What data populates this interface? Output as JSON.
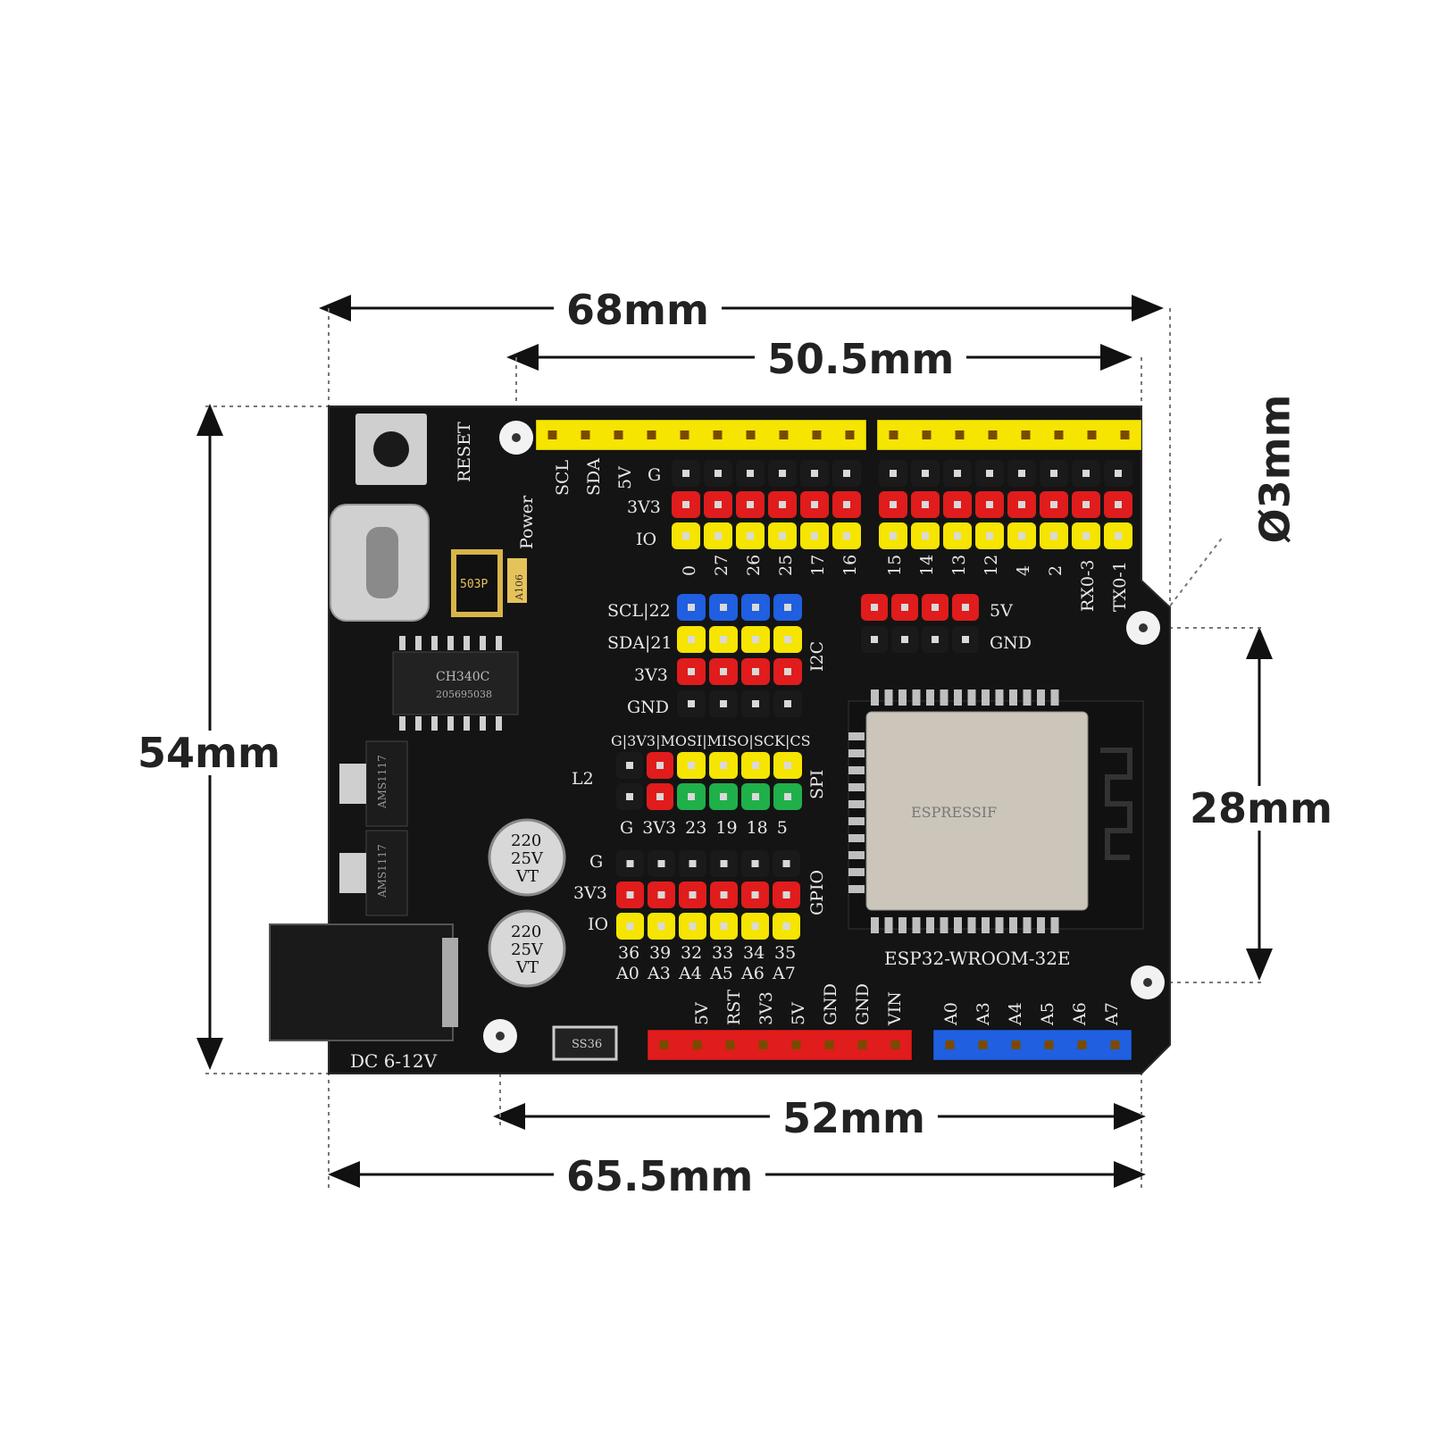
{
  "dimensions": {
    "width_outer": "68mm",
    "width_header_top": "50.5mm",
    "hole_diameter": "Ø3mm",
    "height": "54mm",
    "hole_spacing_vertical": "28mm",
    "hole_spacing_bottom": "52mm",
    "width_bottom": "65.5mm"
  },
  "board_labels": {
    "reset": "RESET",
    "power": "Power",
    "scl": "SCL",
    "sda": "SDA",
    "v5": "5V",
    "g": "G",
    "v3v3": "3V3",
    "io": "IO",
    "top_pins_left": [
      "0",
      "27",
      "26",
      "25",
      "17",
      "16"
    ],
    "top_pins_right": [
      "15",
      "14",
      "13",
      "12",
      "4",
      "2",
      "RX0-3",
      "TX0-1"
    ],
    "i2c_rows": [
      "SCL|22",
      "SDA|21",
      "3V3",
      "GND"
    ],
    "i2c": "I2C",
    "pwr_5v": "5V",
    "pwr_gnd": "GND",
    "spi_header": "G|3V3|MOSI|MISO|SCK|CS",
    "spi": "SPI",
    "spi_pins": "G 3V3 23 19 18 5",
    "gpio_rows": [
      "G",
      "3V3",
      "IO"
    ],
    "gpio": "GPIO",
    "gpio_nums": [
      "36",
      "39",
      "32",
      "33",
      "34",
      "35"
    ],
    "gpio_analog": [
      "A0",
      "A3",
      "A4",
      "A5",
      "A6",
      "A7"
    ],
    "l2": "L2",
    "chip_ch340": "CH340C",
    "chip_ch340_code": "205695038",
    "ldo1": "AMS1117",
    "ldo2": "AMS1117",
    "cap_value": "220",
    "cap_voltage": "25V",
    "cap_type": "VT",
    "fuse": "503P",
    "tant": "A106",
    "diode": "SS36",
    "module": "ESP32-WROOM-32E",
    "module_brand": "ESPRESSIF",
    "dc": "DC 6-12V",
    "bottom_power": [
      "5V",
      "RST",
      "3V3",
      "5V",
      "GND",
      "GND",
      "VIN"
    ],
    "bottom_analog": [
      "A0",
      "A3",
      "A4",
      "A5",
      "A6",
      "A7"
    ]
  },
  "colors": {
    "pcb": "#141414",
    "yellow": "#f5e500",
    "red": "#e01c1c",
    "blue": "#1f5fe0",
    "green": "#1fb04a",
    "black_pin": "#1a1a1a"
  }
}
